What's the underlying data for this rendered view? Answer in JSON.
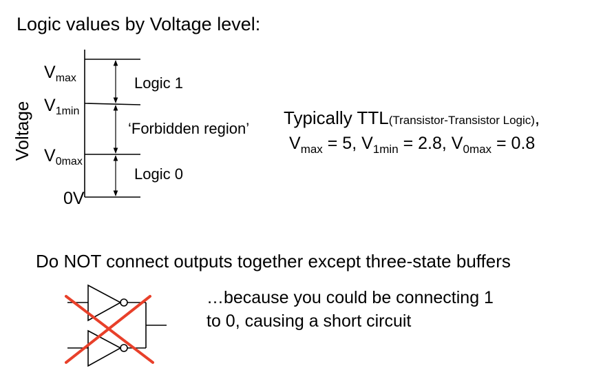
{
  "title": "Logic values by Voltage level:",
  "axis_label": "Voltage",
  "levels": {
    "vmax": {
      "base": "V",
      "sub": "max"
    },
    "v1min": {
      "base": "V",
      "sub": "1min"
    },
    "v0max": {
      "base": "V",
      "sub": "0max"
    },
    "zero": "0V"
  },
  "regions": {
    "logic1": "Logic 1",
    "forbidden": "‘Forbidden region’",
    "logic0": "Logic 0"
  },
  "ttl": {
    "prefix": "Typically TTL",
    "paren": "(Transistor-Transistor Logic)",
    "suffix": ",",
    "vmax_sub": "max",
    "vmax_val": " = 5, ",
    "v1min_sub": "1min",
    "v1min_val": " = 2.8, ",
    "v0max_sub": "0max",
    "v0max_val": " = 0.8"
  },
  "warning": "Do NOT connect outputs together except three-state buffers",
  "cause_line1": "…because you could be connecting 1",
  "cause_line2": "to 0, causing a short circuit",
  "colors": {
    "cross": "#e8402a",
    "ink": "#000000"
  }
}
